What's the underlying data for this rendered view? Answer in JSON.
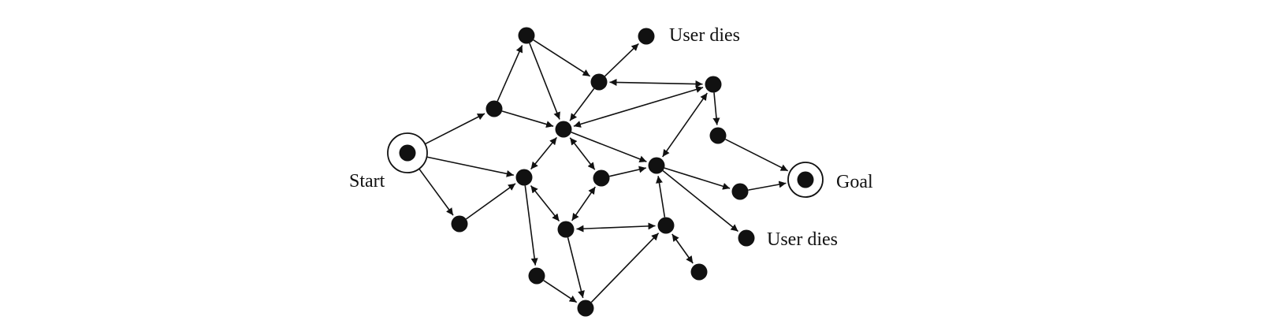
{
  "diagram": {
    "labels": {
      "start": "Start",
      "goal": "Goal",
      "death_upper": "User dies",
      "death_lower": "User dies"
    },
    "nodes": [
      {
        "id": "start"
      },
      {
        "id": "goal"
      },
      {
        "id": "die_upper"
      },
      {
        "id": "die_lower"
      },
      {
        "id": "n1"
      },
      {
        "id": "n2"
      },
      {
        "id": "n3"
      },
      {
        "id": "n4"
      },
      {
        "id": "n5"
      },
      {
        "id": "n6"
      },
      {
        "id": "n7"
      },
      {
        "id": "n8"
      },
      {
        "id": "n9"
      },
      {
        "id": "n10"
      },
      {
        "id": "n11"
      },
      {
        "id": "n12"
      },
      {
        "id": "n13"
      },
      {
        "id": "n14"
      },
      {
        "id": "n15"
      },
      {
        "id": "n16"
      },
      {
        "id": "n17"
      },
      {
        "id": "n18"
      }
    ],
    "edges": [
      {
        "from": "start",
        "to": "n2",
        "bidirectional": false
      },
      {
        "from": "start",
        "to": "n7",
        "bidirectional": false
      },
      {
        "from": "start",
        "to": "n12",
        "bidirectional": false
      },
      {
        "from": "n2",
        "to": "n1",
        "bidirectional": false
      },
      {
        "from": "n2",
        "to": "n5",
        "bidirectional": false
      },
      {
        "from": "n1",
        "to": "n3",
        "bidirectional": false
      },
      {
        "from": "n1",
        "to": "n5",
        "bidirectional": false
      },
      {
        "from": "n3",
        "to": "die_upper",
        "bidirectional": false
      },
      {
        "from": "n3",
        "to": "n5",
        "bidirectional": false
      },
      {
        "from": "n3",
        "to": "n4",
        "bidirectional": true
      },
      {
        "from": "n4",
        "to": "n5",
        "bidirectional": true
      },
      {
        "from": "n4",
        "to": "n6",
        "bidirectional": false
      },
      {
        "from": "n4",
        "to": "n10",
        "bidirectional": true
      },
      {
        "from": "n6",
        "to": "goal",
        "bidirectional": false
      },
      {
        "from": "n5",
        "to": "n7",
        "bidirectional": true
      },
      {
        "from": "n5",
        "to": "n8",
        "bidirectional": true
      },
      {
        "from": "n5",
        "to": "n10",
        "bidirectional": false
      },
      {
        "from": "n12",
        "to": "n7",
        "bidirectional": false
      },
      {
        "from": "n7",
        "to": "n13",
        "bidirectional": true
      },
      {
        "from": "n7",
        "to": "n15",
        "bidirectional": false
      },
      {
        "from": "n8",
        "to": "n10",
        "bidirectional": false
      },
      {
        "from": "n8",
        "to": "n13",
        "bidirectional": true
      },
      {
        "from": "n10",
        "to": "n11",
        "bidirectional": false
      },
      {
        "from": "n10",
        "to": "die_lower",
        "bidirectional": false
      },
      {
        "from": "n11",
        "to": "goal",
        "bidirectional": false
      },
      {
        "from": "n14",
        "to": "n10",
        "bidirectional": false
      },
      {
        "from": "n13",
        "to": "n14",
        "bidirectional": true
      },
      {
        "from": "n13",
        "to": "n16",
        "bidirectional": false
      },
      {
        "from": "n15",
        "to": "n16",
        "bidirectional": false
      },
      {
        "from": "n16",
        "to": "n14",
        "bidirectional": false
      },
      {
        "from": "n14",
        "to": "n17",
        "bidirectional": true
      }
    ]
  }
}
